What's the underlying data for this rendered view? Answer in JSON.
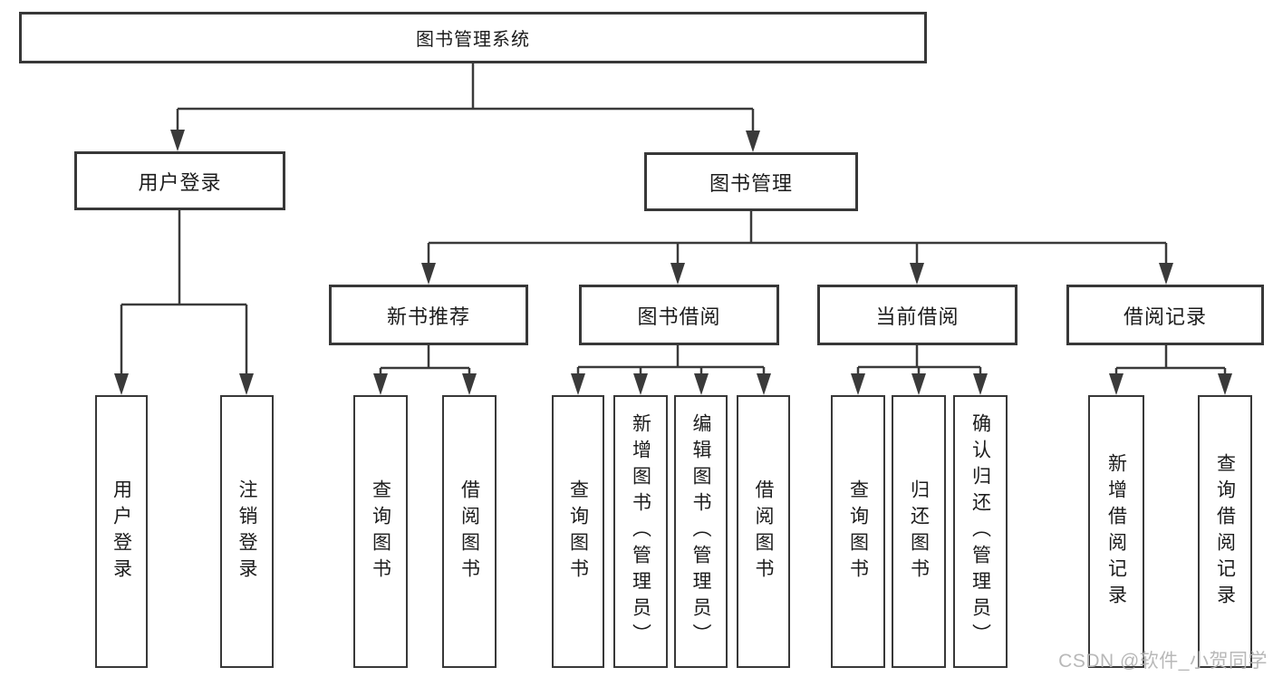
{
  "tree": {
    "label": "图书管理系统",
    "children": [
      {
        "label": "用户登录",
        "children": [
          {
            "label": "用户登录"
          },
          {
            "label": "注销登录"
          }
        ]
      },
      {
        "label": "图书管理",
        "children": [
          {
            "label": "新书推荐",
            "children": [
              {
                "label": "查询图书"
              },
              {
                "label": "借阅图书"
              }
            ]
          },
          {
            "label": "图书借阅",
            "children": [
              {
                "label": "查询图书"
              },
              {
                "label": "新增图书（管理员）"
              },
              {
                "label": "编辑图书（管理员）"
              },
              {
                "label": "借阅图书"
              }
            ]
          },
          {
            "label": "当前借阅",
            "children": [
              {
                "label": "查询图书"
              },
              {
                "label": "归还图书"
              },
              {
                "label": "确认归还（管理员）"
              }
            ]
          },
          {
            "label": "借阅记录",
            "children": [
              {
                "label": "新增借阅记录"
              },
              {
                "label": "查询借阅记录"
              }
            ]
          }
        ]
      }
    ]
  },
  "watermark": {
    "text": "CSDN @软件_小贺同学"
  },
  "colors": {
    "line": "#3a3a3a",
    "box_border": "#383838",
    "text": "#1c1c1c",
    "background": "#ffffff",
    "watermark": "#b3b3b3"
  }
}
